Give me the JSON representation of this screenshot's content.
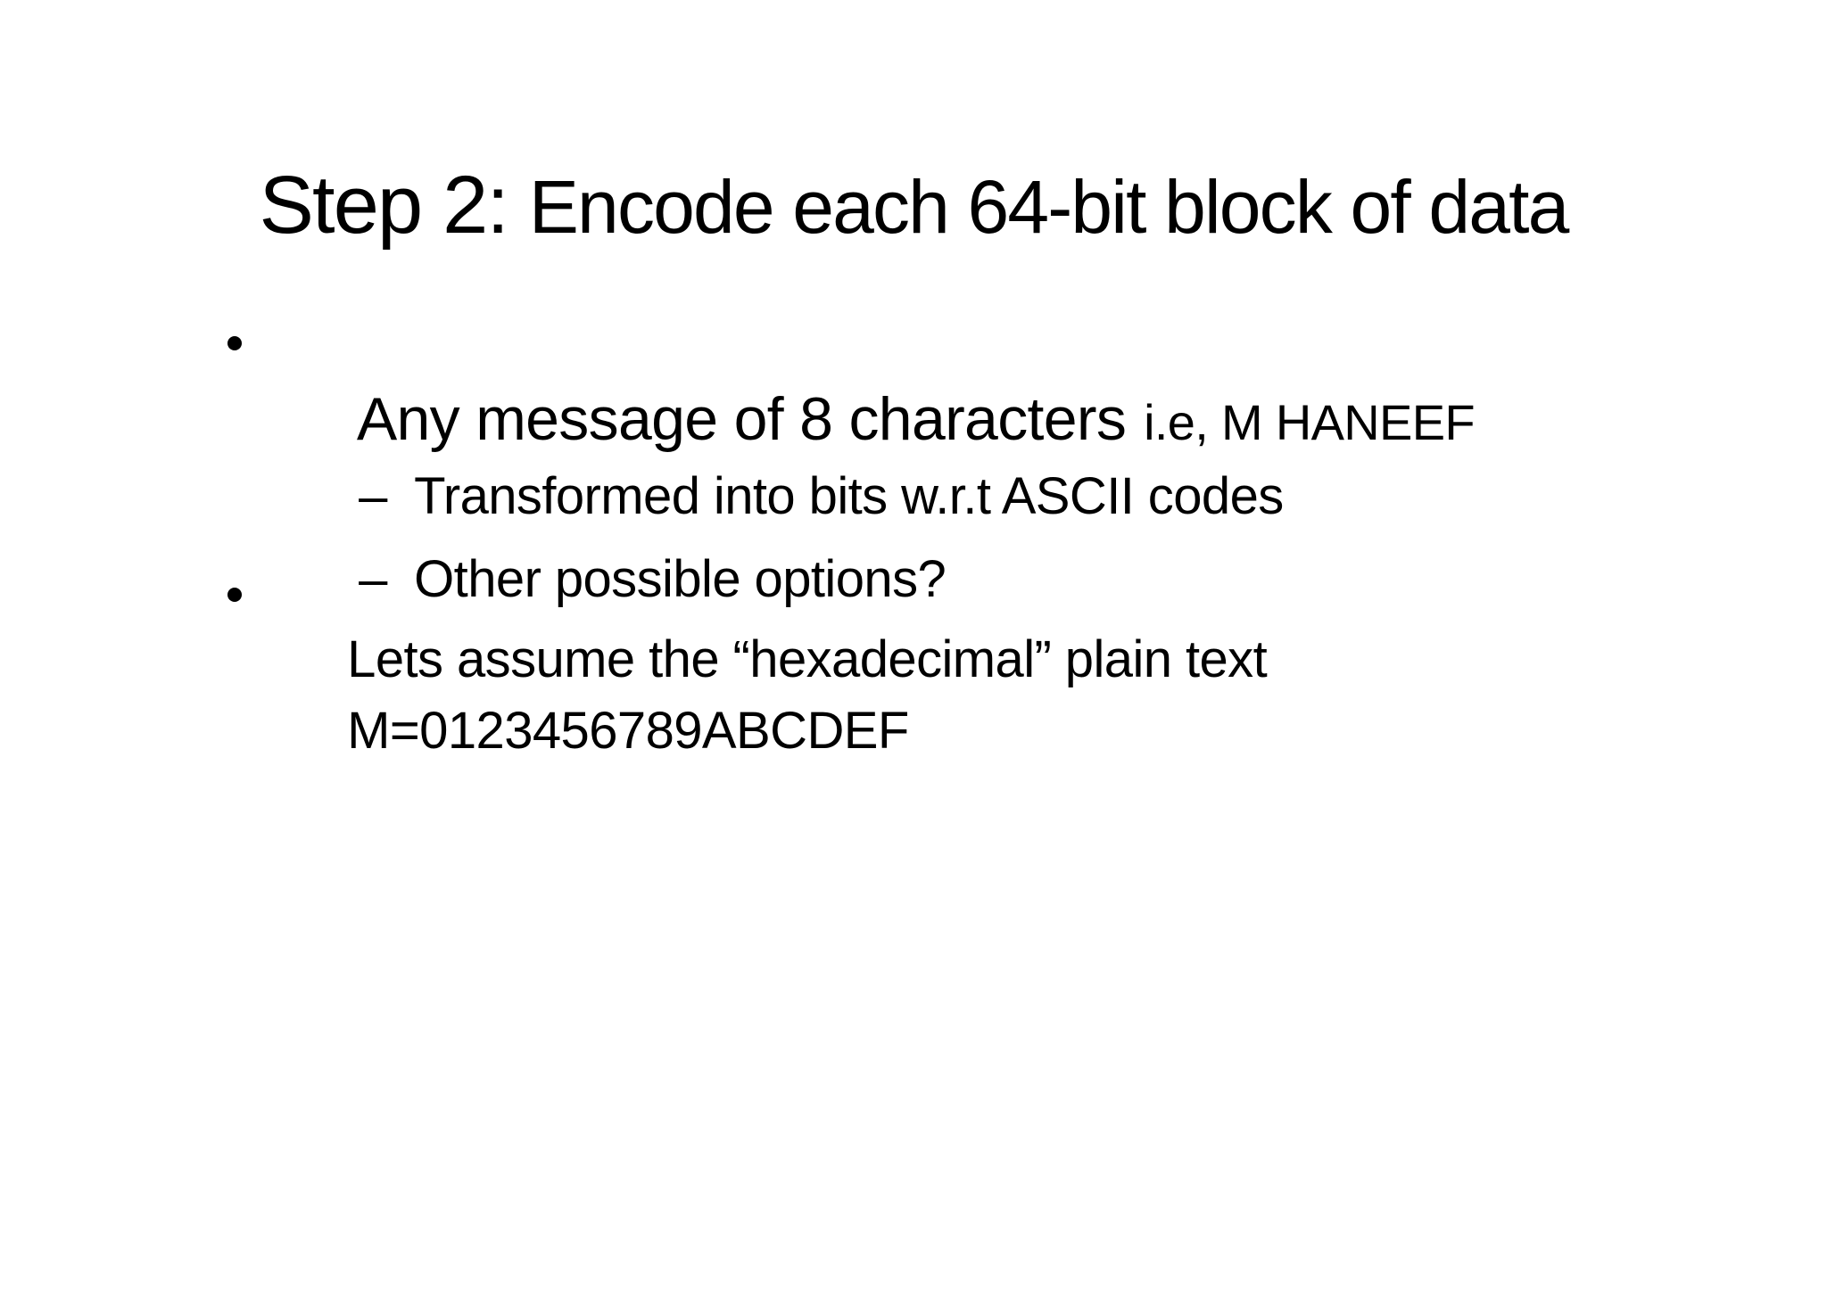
{
  "slide": {
    "background_color": "#ffffff",
    "text_color": "#000000",
    "title": {
      "prefix": "Step 2: ",
      "rest": "Encode each 64-bit block of data"
    },
    "glyphs": {
      "bullet": "•",
      "dash": "–"
    },
    "bullets": {
      "b1_main": "Any message of 8 characters",
      "b1_aside": "i.e, M HANEEF",
      "sub1": "Transformed into bits w.r.t ASCII codes",
      "sub2": "Other possible options?",
      "b2_line1": "Lets assume the “hexadecimal” plain text",
      "b2_line2": "M=0123456789ABCDEF"
    }
  }
}
